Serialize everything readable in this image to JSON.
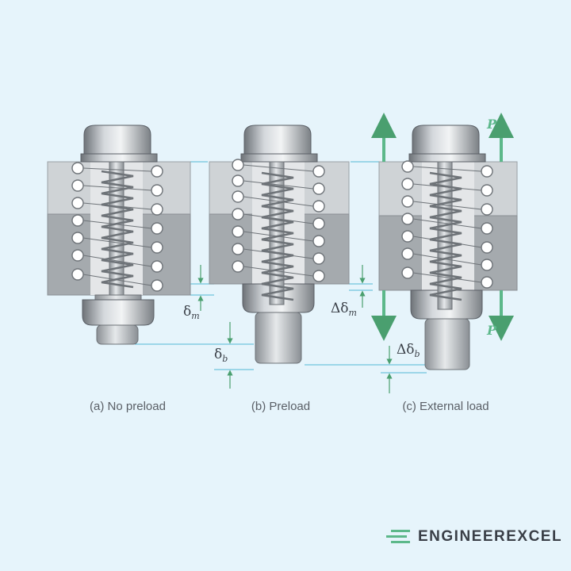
{
  "panels": [
    {
      "id": "a",
      "caption": "(a) No preload"
    },
    {
      "id": "b",
      "caption": "(b) Preload"
    },
    {
      "id": "c",
      "caption": "(c) External load"
    }
  ],
  "labels": {
    "delta_m": "δ",
    "delta_m_sub": "m",
    "delta_b": "δ",
    "delta_b_sub": "b",
    "Delta_delta_m": "Δδ",
    "Delta_delta_m_sub": "m",
    "Delta_delta_b": "Δδ",
    "Delta_delta_b_sub": "b",
    "load": "P"
  },
  "brand": {
    "name": "ENGINEEREXCEL",
    "logo_icon": "engineerexcel-logo-icon"
  },
  "colors": {
    "background": "#e6f4fb",
    "plate_light": "#cfd3d6",
    "plate_dark": "#a5aaae",
    "arrow": "#5cb88a",
    "dim_line": "#6fc3dc"
  }
}
